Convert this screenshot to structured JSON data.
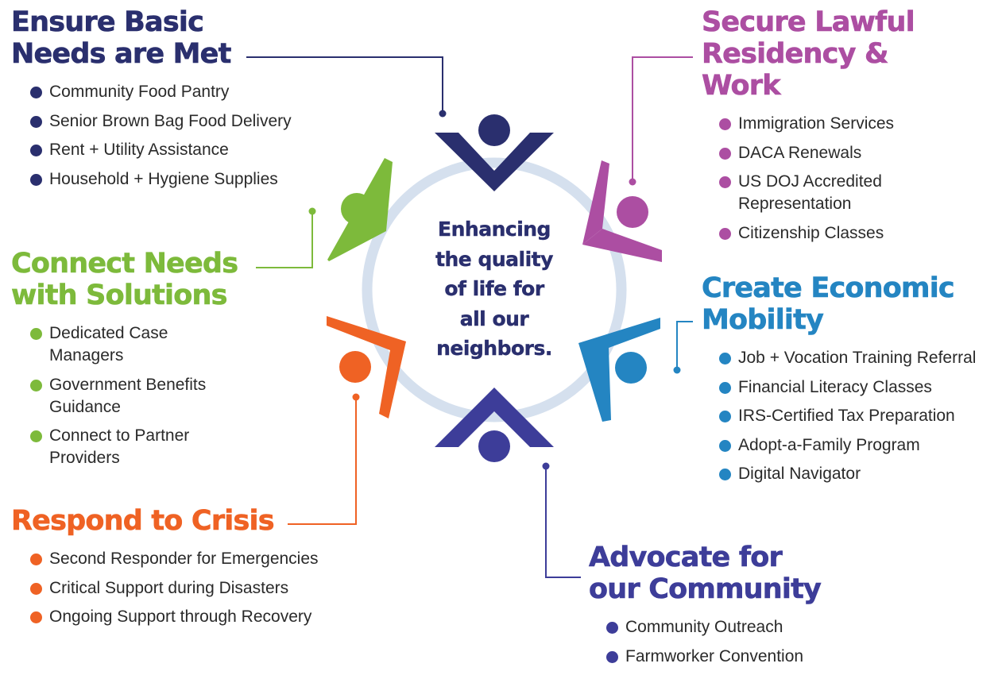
{
  "center": {
    "line1": "Enhancing",
    "line2": "the quality",
    "line3": "of life for",
    "line4": "all our",
    "line5": "neighbors."
  },
  "colors": {
    "navy": "#2a2f6e",
    "magenta": "#ac4ea2",
    "green": "#7dba3b",
    "blue": "#2485c2",
    "orange": "#ef6224",
    "indigo": "#3d3d99",
    "ring": "#d5e0ee"
  },
  "sections": {
    "basic_needs": {
      "title_line1": "Ensure Basic",
      "title_line2": "Needs are Met",
      "items": [
        "Community Food Pantry",
        "Senior Brown Bag Food Delivery",
        "Rent + Utility Assistance",
        "Household + Hygiene Supplies"
      ]
    },
    "residency": {
      "title_line1": "Secure Lawful",
      "title_line2": "Residency &",
      "title_line3": "Work",
      "items": [
        "Immigration Services",
        "DACA Renewals",
        "US DOJ Accredited Representation",
        "Citizenship Classes"
      ]
    },
    "connect": {
      "title_line1": "Connect Needs",
      "title_line2": "with Solutions",
      "items": [
        "Dedicated Case Managers",
        "Government Benefits Guidance",
        "Connect to Partner Providers"
      ]
    },
    "economic": {
      "title_line1": "Create Economic",
      "title_line2": "Mobility",
      "items": [
        "Job + Vocation Training Referral",
        "Financial Literacy Classes",
        "IRS-Certified Tax Preparation",
        "Adopt-a-Family Program",
        "Digital Navigator"
      ]
    },
    "crisis": {
      "title_line1": "Respond to Crisis",
      "items": [
        "Second Responder for Emergencies",
        "Critical Support during Disasters",
        "Ongoing Support through Recovery"
      ]
    },
    "advocate": {
      "title_line1": "Advocate for",
      "title_line2": "our Community",
      "items": [
        "Community Outreach",
        "Farmworker Convention"
      ]
    }
  }
}
